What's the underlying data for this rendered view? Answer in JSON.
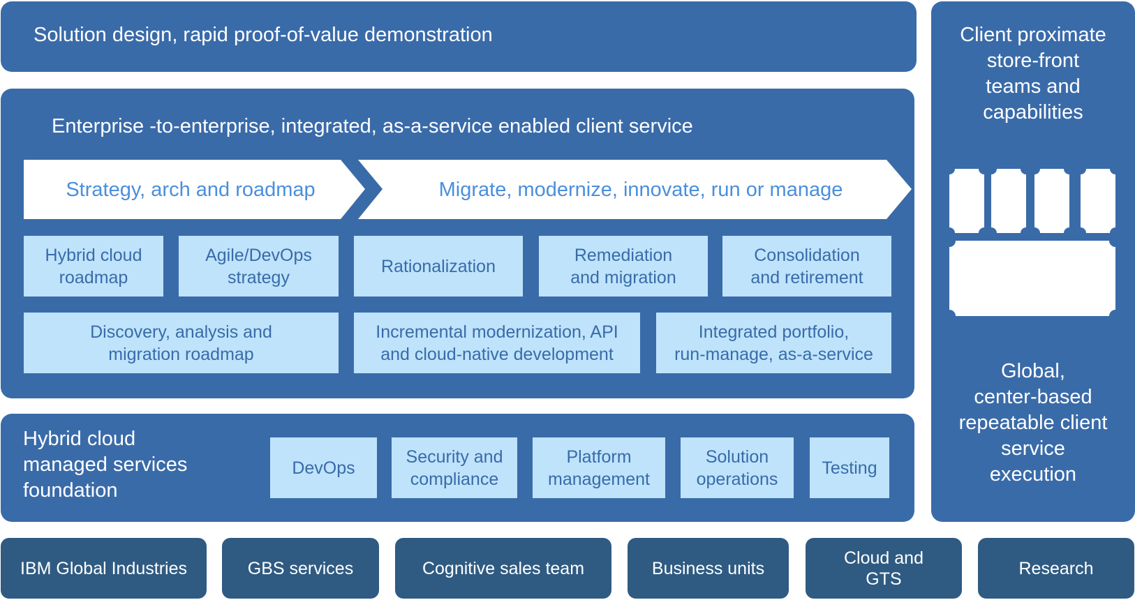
{
  "top_banner": {
    "text": "Solution design, rapid proof-of-value demonstration"
  },
  "enterprise": {
    "title": "Enterprise -to-enterprise, integrated, as-a-service enabled client service",
    "arrow_left": "Strategy, arch and roadmap",
    "arrow_right": "Migrate, modernize, innovate, run or manage",
    "row1": [
      "Hybrid cloud\nroadmap",
      "Agile/DevOps\nstrategy",
      "Rationalization",
      "Remediation\nand migration",
      "Consolidation\nand retirement"
    ],
    "row2": [
      "Discovery, analysis and\nmigration roadmap",
      "Incremental modernization, API\nand cloud-native development",
      "Integrated portfolio,\nrun-manage, as-a-service"
    ]
  },
  "foundation": {
    "title": "Hybrid cloud\nmanaged services\nfoundation",
    "items": [
      "DevOps",
      "Security and\ncompliance",
      "Platform\nmanagement",
      "Solution\noperations",
      "Testing"
    ]
  },
  "right_panel": {
    "top_text": "Client proximate\nstore-front\nteams and\ncapabilities",
    "bottom_text": "Global,\ncenter-based\nrepeatable client\nservice\nexecution"
  },
  "bottom_row": [
    "IBM Global Industries",
    "GBS services",
    "Cognitive sales team",
    "Business units",
    "Cloud and\nGTS",
    "Research"
  ],
  "colors": {
    "panel_blue": "#3a6ba9",
    "light_blue": "#bee3fb",
    "dark_blue": "#2f5b82",
    "arrow_text": "#4a8fdc"
  }
}
